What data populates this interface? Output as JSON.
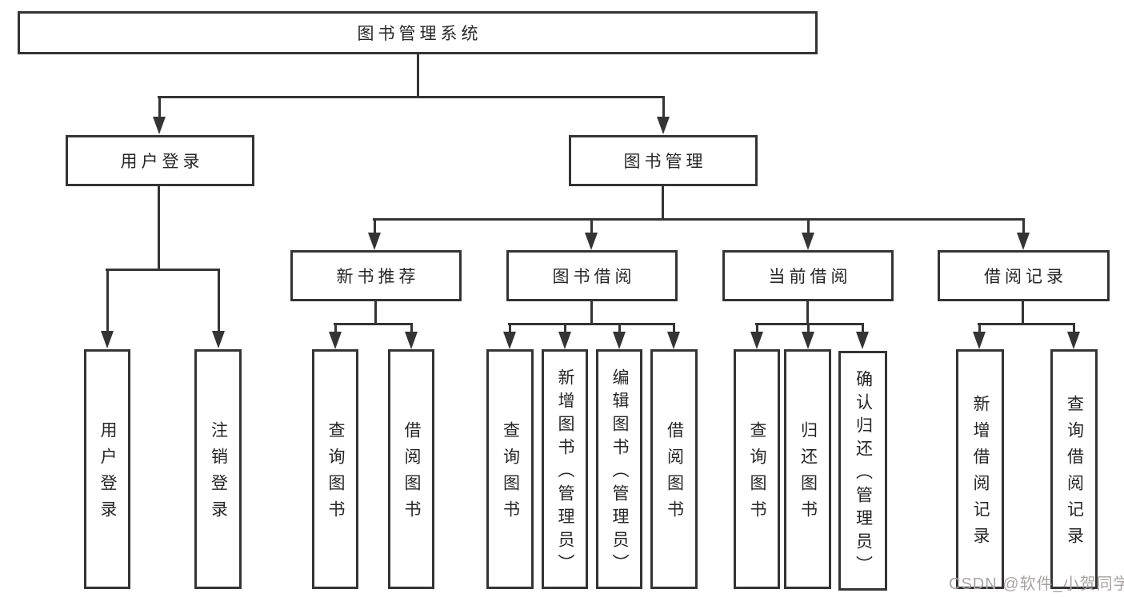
{
  "diagram": {
    "type": "hierarchy-structure-chart",
    "watermark": "CSDN @软件_小贺同学",
    "colors": {
      "background": "#ffffff",
      "line": "#343434",
      "text": "#262626",
      "watermark": "#a9a3a3"
    },
    "root": {
      "label": "图书管理系统",
      "children": [
        {
          "label": "用户登录",
          "children": [
            {
              "label": "用户登录"
            },
            {
              "label": "注销登录"
            }
          ]
        },
        {
          "label": "图书管理",
          "children": [
            {
              "label": "新书推荐",
              "children": [
                {
                  "label": "查询图书"
                },
                {
                  "label": "借阅图书"
                }
              ]
            },
            {
              "label": "图书借阅",
              "children": [
                {
                  "label": "查询图书"
                },
                {
                  "label": "新增图书（管理员）"
                },
                {
                  "label": "编辑图书（管理员）"
                },
                {
                  "label": "借阅图书"
                }
              ]
            },
            {
              "label": "当前借阅",
              "children": [
                {
                  "label": "查询图书"
                },
                {
                  "label": "归还图书"
                },
                {
                  "label": "确认归还（管理员）"
                }
              ]
            },
            {
              "label": "借阅记录",
              "children": [
                {
                  "label": "新增借阅记录"
                },
                {
                  "label": "查询借阅记录"
                }
              ]
            }
          ]
        }
      ]
    }
  }
}
